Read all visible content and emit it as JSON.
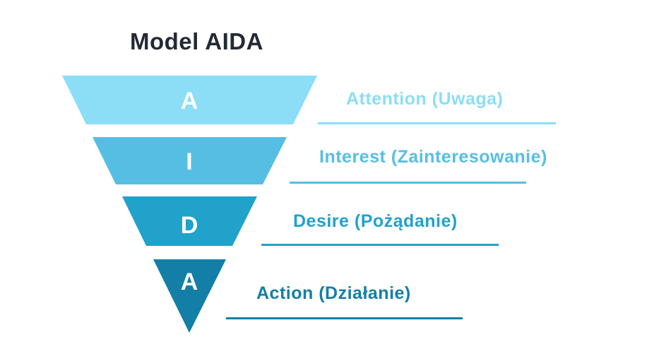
{
  "title": "Model AIDA",
  "colors": {
    "title_text": "#232A36",
    "background": "#FFFFFF",
    "funnel_letter": "#FFFFFF"
  },
  "funnel": {
    "layers": [
      {
        "letter": "A",
        "label": "Attention (Uwaga)",
        "color": "#8BDEF5"
      },
      {
        "letter": "I",
        "label": "Interest (Zainteresowanie)",
        "color": "#57BEE3"
      },
      {
        "letter": "D",
        "label": "Desire (Pożądanie)",
        "color": "#21A2CA"
      },
      {
        "letter": "A",
        "label": "Action (Działanie)",
        "color": "#137FA6"
      }
    ]
  }
}
